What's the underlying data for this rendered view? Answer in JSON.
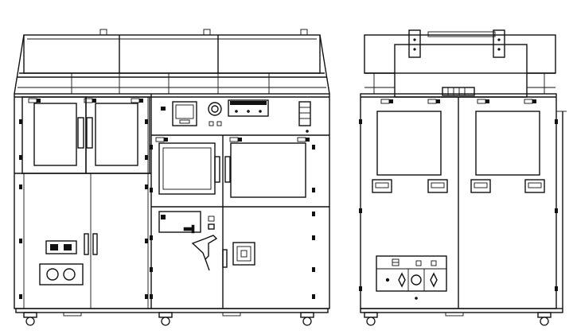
{
  "drawing": {
    "views": [
      {
        "id": "front-view",
        "name": "front"
      },
      {
        "id": "side-view",
        "name": "side"
      }
    ],
    "warning_label_glyph": "warning-label-icon",
    "colors": {
      "line": "#111111",
      "background": "#ffffff"
    }
  }
}
